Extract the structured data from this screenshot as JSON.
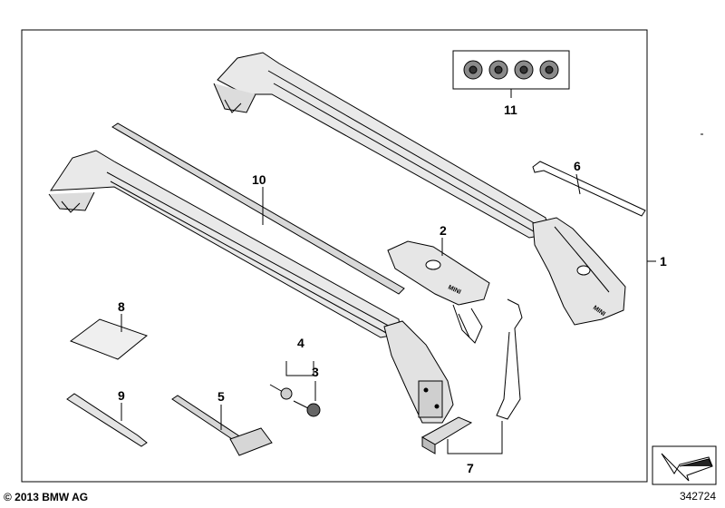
{
  "callouts": {
    "c1": "1",
    "c2": "2",
    "c3": "3",
    "c4": "4",
    "c5": "5",
    "c6": "6",
    "c7": "7",
    "c8": "8",
    "c9": "9",
    "c10": "10",
    "c11": "11"
  },
  "brand_mark": "MINI",
  "footer": {
    "copyright": "© 2013 BMW AG",
    "doc_number": "342724"
  },
  "icon": "navigate-arrow-icon"
}
